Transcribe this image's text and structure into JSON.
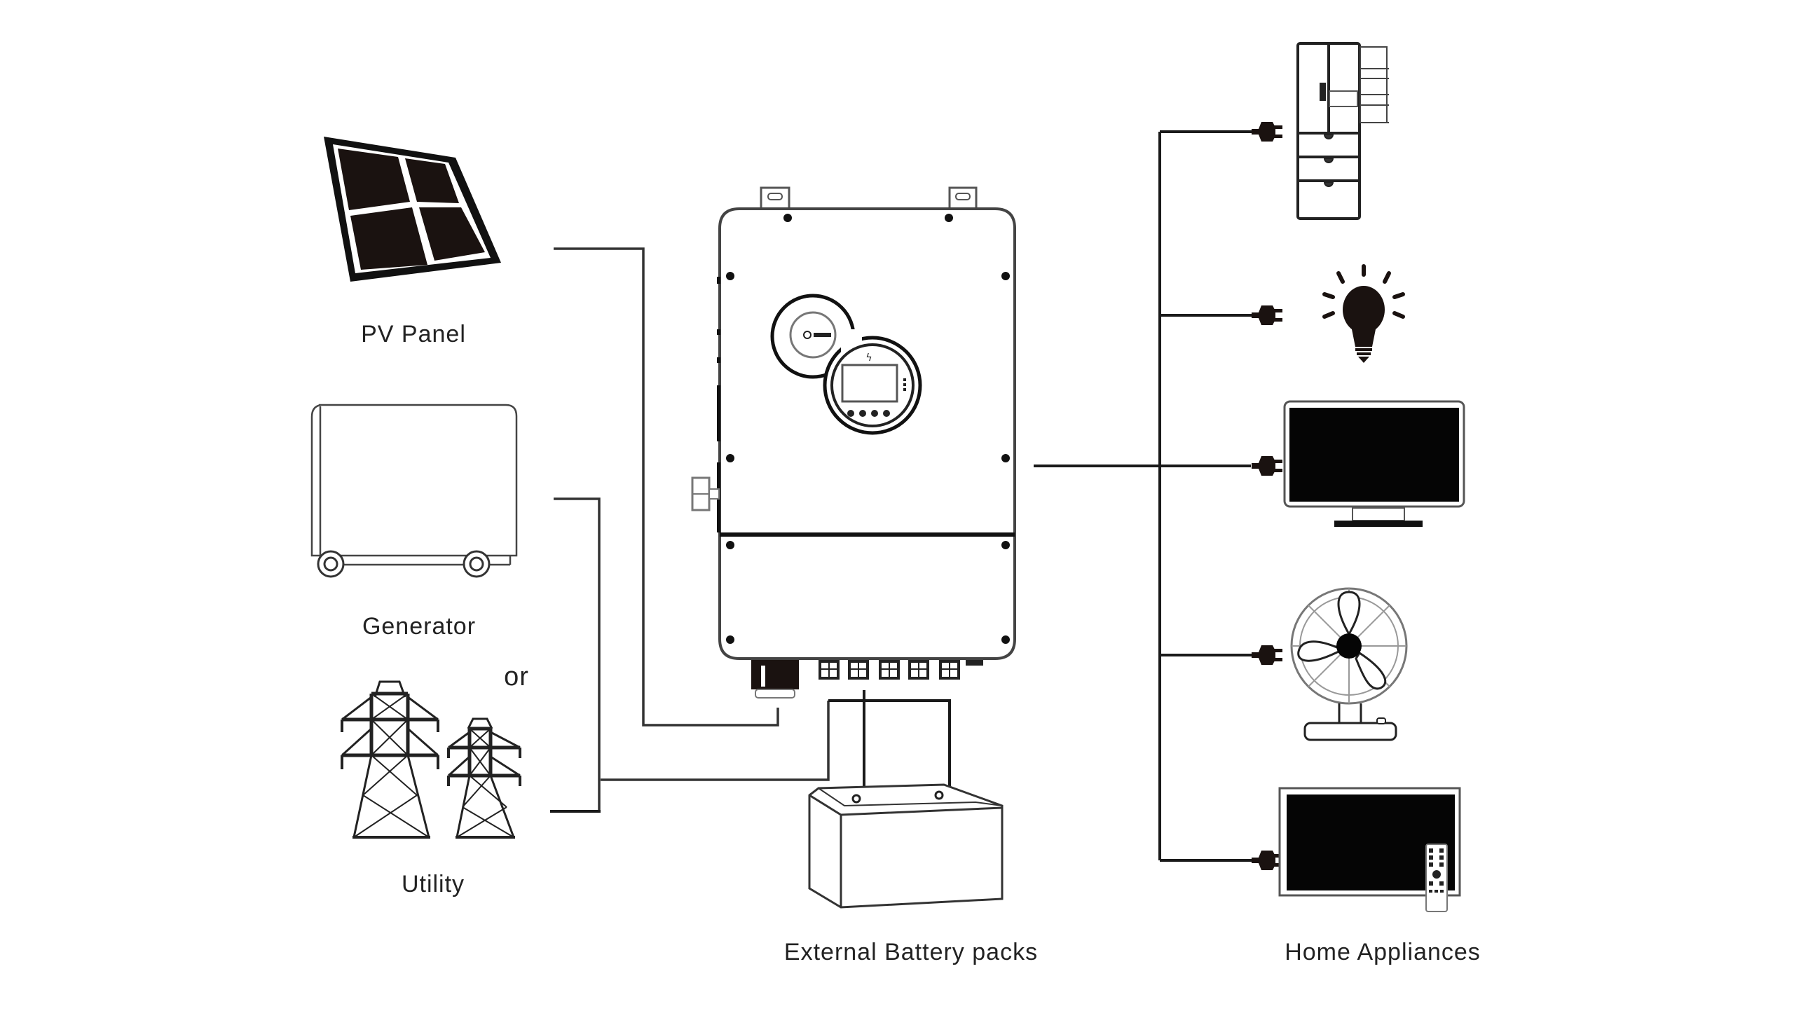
{
  "diagram": {
    "title": "Hybrid inverter system wiring diagram",
    "sources": {
      "pv_panel": {
        "label": "PV Panel",
        "icon": "solar-panel-icon"
      },
      "generator": {
        "label": "Generator",
        "icon": "generator-icon"
      },
      "separator": {
        "label": "or"
      },
      "utility": {
        "label": "Utility",
        "icon": "power-tower-icon"
      }
    },
    "center": {
      "inverter": {
        "icon": "hybrid-inverter-icon"
      }
    },
    "storage": {
      "battery": {
        "label": "External Battery packs",
        "icon": "battery-icon"
      }
    },
    "loads": {
      "label": "Home Appliances",
      "items": [
        {
          "name": "refrigerator",
          "icon": "refrigerator-icon"
        },
        {
          "name": "light-bulb",
          "icon": "light-bulb-icon"
        },
        {
          "name": "monitor",
          "icon": "monitor-icon"
        },
        {
          "name": "electric-fan",
          "icon": "fan-icon"
        },
        {
          "name": "television",
          "icon": "tv-icon"
        }
      ]
    },
    "connections": [
      {
        "from": "PV Panel",
        "to": "Inverter"
      },
      {
        "from": "Generator",
        "to": "Inverter"
      },
      {
        "from": "Utility",
        "to": "Inverter"
      },
      {
        "from": "Inverter",
        "to": "External Battery packs"
      },
      {
        "from": "Inverter",
        "to": "Home Appliances"
      }
    ],
    "colors": {
      "line": "#222222",
      "background": "#ffffff"
    }
  }
}
